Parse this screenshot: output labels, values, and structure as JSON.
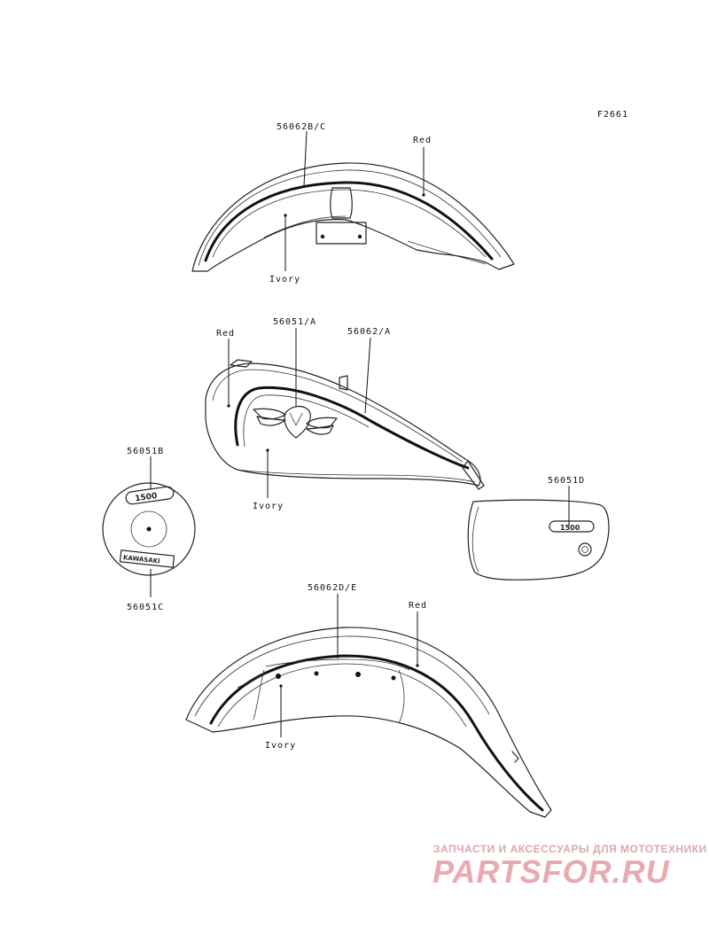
{
  "figure_code": "F2661",
  "labels": {
    "rear_fender_part": "56062B/C",
    "rear_fender_red": "Red",
    "rear_fender_ivory": "Ivory",
    "tank_red": "Red",
    "tank_emblem_part": "56051/A",
    "tank_stripe_part": "56062/A",
    "tank_ivory": "Ivory",
    "round_emblem_top": "56051B",
    "round_emblem_bottom": "56051C",
    "side_cover_part": "56051D",
    "front_fender_part": "56062D/E",
    "front_fender_red": "Red",
    "front_fender_ivory": "Ivory"
  },
  "emblem_text": {
    "round_top": "1500",
    "round_bottom": "KAWASAKI",
    "side_cover": "1500"
  },
  "watermark": {
    "tagline": "ЗАПЧАСТИ И АКСЕССУАРЫ ДЛЯ МОТОТЕХНИКИ",
    "logo": "PARTSFOR.RU"
  },
  "colors": {
    "line": "#222222",
    "watermark_small": "#d9a8ad",
    "watermark_big": "#e9a9b0"
  }
}
